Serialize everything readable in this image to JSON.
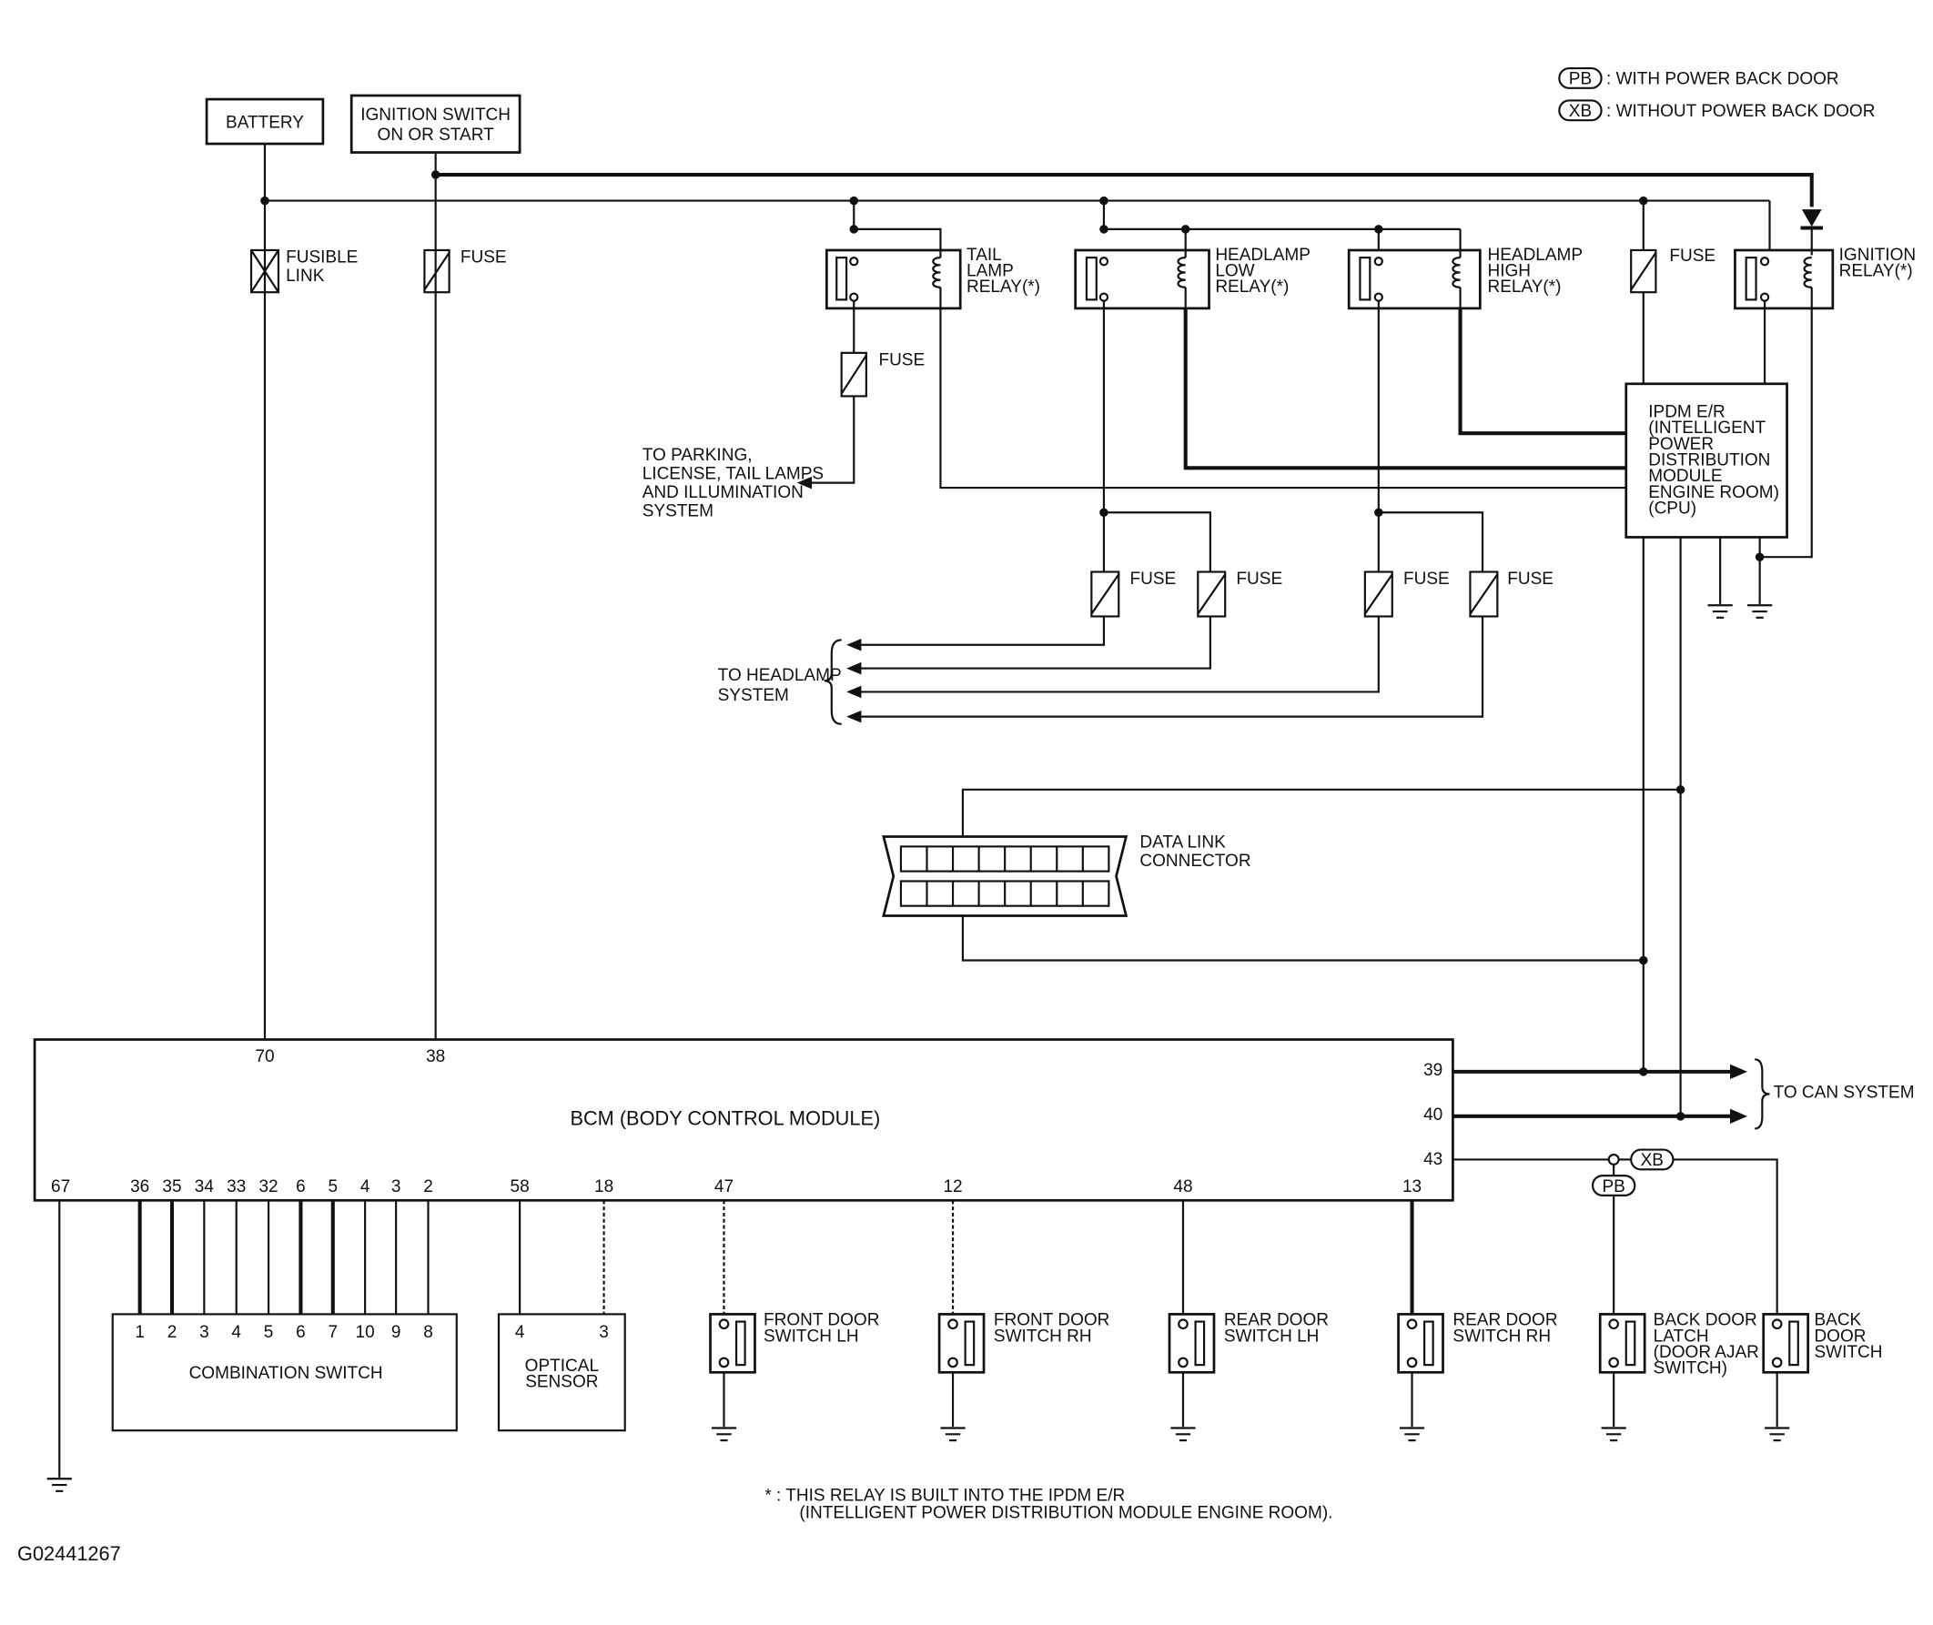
{
  "legend": {
    "pb_tag": "PB",
    "pb_text": ": WITH POWER BACK DOOR",
    "xb_tag": "XB",
    "xb_text": ": WITHOUT POWER BACK DOOR"
  },
  "power": {
    "battery": "BATTERY",
    "ignition_1": "IGNITION SWITCH",
    "ignition_2": "ON OR START",
    "fusible_1": "FUSIBLE",
    "fusible_2": "LINK",
    "fuse": "FUSE"
  },
  "relays": {
    "tail_1": "TAIL",
    "tail_2": "LAMP",
    "tail_3": "RELAY(*)",
    "hlow_1": "HEADLAMP",
    "hlow_2": "LOW",
    "hlow_3": "RELAY(*)",
    "hhigh_1": "HEADLAMP",
    "hhigh_2": "HIGH",
    "hhigh_3": "RELAY(*)",
    "ign_1": "IGNITION",
    "ign_2": "RELAY(*)"
  },
  "ipdm": [
    "IPDM E/R",
    "(INTELLIGENT",
    "POWER",
    "DISTRIBUTION",
    "MODULE",
    "ENGINE ROOM)",
    "(CPU)"
  ],
  "parking": [
    "TO PARKING,",
    "LICENSE, TAIL LAMPS",
    "AND ILLUMINATION",
    "SYSTEM"
  ],
  "headlamp_sys": [
    "TO HEADLAMP",
    "SYSTEM"
  ],
  "dlc": [
    "DATA LINK",
    "CONNECTOR"
  ],
  "bcm": {
    "title": "BCM (BODY CONTROL MODULE)",
    "pin_70": "70",
    "pin_38": "38",
    "pin_39": "39",
    "pin_40": "40",
    "pin_43": "43",
    "bottom_pins": [
      "67",
      "36",
      "35",
      "34",
      "33",
      "32",
      "6",
      "5",
      "4",
      "3",
      "2",
      "58",
      "18",
      "47",
      "12",
      "48",
      "13"
    ]
  },
  "can": "TO CAN SYSTEM",
  "combination": {
    "title": "COMBINATION SWITCH",
    "pins": [
      "1",
      "2",
      "3",
      "4",
      "5",
      "6",
      "7",
      "10",
      "9",
      "8"
    ]
  },
  "optical": {
    "l1": "OPTICAL",
    "l2": "SENSOR",
    "pin_a": "4",
    "pin_b": "3"
  },
  "switches": {
    "fl": [
      "FRONT DOOR",
      "SWITCH LH"
    ],
    "fr": [
      "FRONT DOOR",
      "SWITCH RH"
    ],
    "rl": [
      "REAR DOOR",
      "SWITCH LH"
    ],
    "rr": [
      "REAR DOOR",
      "SWITCH RH"
    ],
    "bl": [
      "BACK DOOR",
      "LATCH",
      "(DOOR AJAR",
      "SWITCH)"
    ],
    "bs": [
      "BACK",
      "DOOR",
      "SWITCH"
    ]
  },
  "footnote": [
    "* : THIS RELAY IS BUILT INTO THE IPDM E/R",
    "(INTELLIGENT POWER DISTRIBUTION MODULE ENGINE ROOM)."
  ],
  "figure_id": "G02441267"
}
